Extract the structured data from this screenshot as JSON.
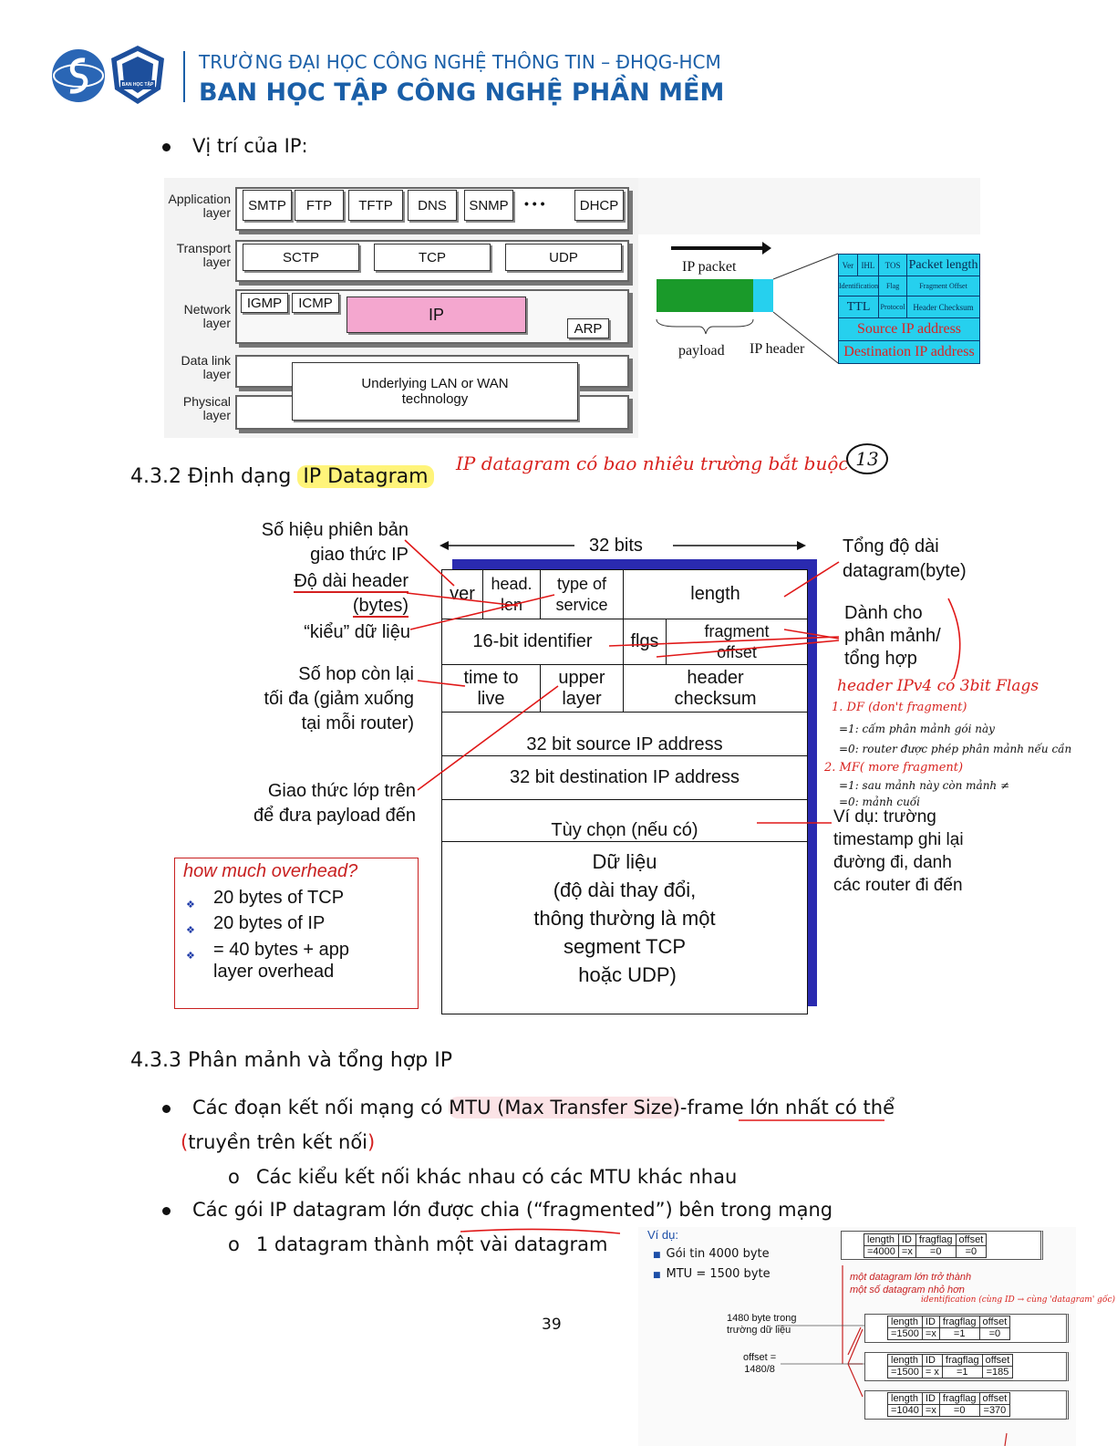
{
  "header": {
    "university": "TRƯỜNG ĐẠI HỌC CÔNG NGHỆ THÔNG TIN – ĐHQG-HCM",
    "department": "BAN HỌC TẬP CÔNG NGHỆ PHẦN MỀM",
    "logo_text": "BAN HỌC TẬP"
  },
  "intro_bullet": "Vị trí của IP:",
  "stack_figure": {
    "layers": [
      "Application\nlayer",
      "Transport\nlayer",
      "Network\nlayer",
      "Data link\nlayer",
      "Physical\nlayer"
    ],
    "application": [
      "SMTP",
      "FTP",
      "TFTP",
      "DNS",
      "SNMP",
      "• • •",
      "DHCP"
    ],
    "transport": [
      "SCTP",
      "TCP",
      "UDP"
    ],
    "network": [
      "IGMP",
      "ICMP",
      "IP",
      "ARP"
    ],
    "lower": "Underlying LAN or WAN\ntechnology"
  },
  "packet_figure": {
    "ip_packet": "IP packet",
    "payload": "payload",
    "ip_header": "IP header",
    "row1": [
      "Ver",
      "IHL",
      "TOS",
      "Packet length"
    ],
    "row2": [
      "Identification",
      "Flag",
      "Fragment Offset"
    ],
    "row3": [
      "TTL",
      "Protocol",
      "Header Checksum"
    ],
    "source": "Source IP address",
    "destination": "Destination IP address"
  },
  "section_432": {
    "prefix": "4.3.2 Định dạng ",
    "highlight": "IP Datagram",
    "handnote": "IP datagram có bao nhiêu trường bắt buộc",
    "handnote_answer": "13"
  },
  "datagram": {
    "bits": "32 bits",
    "ver": "ver",
    "head_len": "head.\nlen",
    "tos": "type of\nservice",
    "length": "length",
    "identifier": "16-bit identifier",
    "flgs": "flgs",
    "frag_offset": "fragment\noffset",
    "ttl": "time to\nlive",
    "upper": "upper\nlayer",
    "checksum": "header\nchecksum",
    "src": "32 bit source IP address",
    "dst": "32 bit destination IP address",
    "options": "Tùy chọn (nếu có)",
    "data": "Dữ liệu\n(độ dài thay đổi,\nthông thường là một\nsegment TCP\n hoặc UDP)"
  },
  "annotations_left": {
    "version": "Số hiệu phiên bản\ngiao thức IP",
    "header_len": "Độ dài header\n(bytes)",
    "type": "“kiểu” dữ liệu",
    "ttl": "Số hop còn lại\ntối đa (giảm xuống\ntại mỗi router)",
    "protocol": "Giao thức lớp trên\nđể đưa payload đến"
  },
  "annotations_right": {
    "total_len": "Tổng độ dài\ndatagram(byte)",
    "frag": "Dành cho\nphân mảnh/\ntổng hợp",
    "example": "Ví dụ: trường\ntimestamp ghi lại\nđường đi, danh\ncác router đi đến"
  },
  "flags_note": {
    "title": "header IPv4 có 3bit Flags",
    "df": "1. DF (don't fragment)",
    "df1": "=1: cấm phân mảnh gói này",
    "df0": "=0: router được phép phân mảnh nếu cần",
    "mf": "2. MF( more fragment)",
    "mf1": "=1: sau mảnh này còn mảnh ≠",
    "mf0": "=0: mảnh cuối"
  },
  "overhead": {
    "title": "how much overhead?",
    "items": [
      "20 bytes of TCP",
      "20 bytes of IP",
      "= 40 bytes + app\nlayer overhead"
    ]
  },
  "section_433": {
    "title": "4.3.3 Phân mảnh và tổng hợp IP",
    "b1_pre": "Các đoạn kết nối mạng có ",
    "b1_mtu": "MTU (Max Transfer Size)",
    "b1_dash": "-",
    "b1_frame": "frame lớn nhất",
    "b1_post": " có thể",
    "b1_line2": "truyền trên kết nối",
    "b1_sub": "Các kiểu kết nối khác nhau có các MTU khác nhau",
    "b2": "Các gói IP datagram lớn được chia (“fragmented”) bên trong mạng",
    "b2_sub": "1 datagram thành một vài datagram"
  },
  "frag_example": {
    "title": "Ví dụ:",
    "items": [
      "Gói tin 4000 byte",
      "MTU = 1500 byte"
    ],
    "big": "một datagram lớn trở thành\nmột số datagram nhỏ hơn",
    "hand": "identification (cùng ID → cùng 'datagram' gốc)",
    "note1": "1480 byte trong\ntrường dữ liệu",
    "note2": "offset =\n1480/8",
    "headers": [
      "length",
      "ID",
      "fragflag",
      "offset"
    ],
    "rows": [
      [
        "=4000",
        "=x",
        "=0",
        "=0"
      ],
      [
        "=1500",
        "=x",
        "=1",
        "=0"
      ],
      [
        "=1500",
        "= x",
        "=1",
        "=185"
      ],
      [
        "=1040",
        "=x",
        "=0",
        "=370"
      ]
    ]
  },
  "page_number": "39"
}
